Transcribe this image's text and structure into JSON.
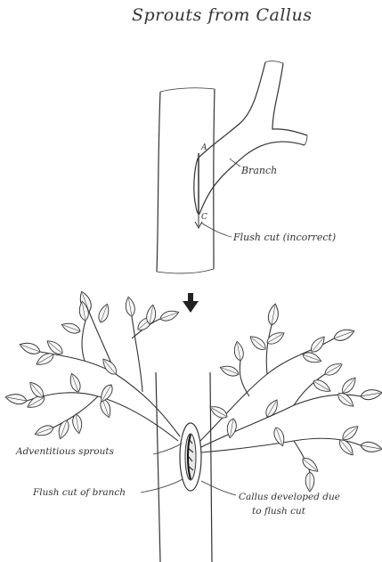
{
  "title": "Sprouts from Callus",
  "labels": {
    "branch": "Branch",
    "flush_cut_incorrect": "Flush cut (incorrect)",
    "adventitious_sprouts": "Adventitious sprouts",
    "flush_cut_of_branch": "Flush cut of branch",
    "callus_line1": "Callus developed due",
    "callus_line2": "to flush cut"
  },
  "markers": {
    "a": "A",
    "c": "C"
  },
  "colors": {
    "ink": "#333333",
    "background": "#ffffff"
  },
  "icons": {
    "transition": "down-arrow-icon"
  }
}
